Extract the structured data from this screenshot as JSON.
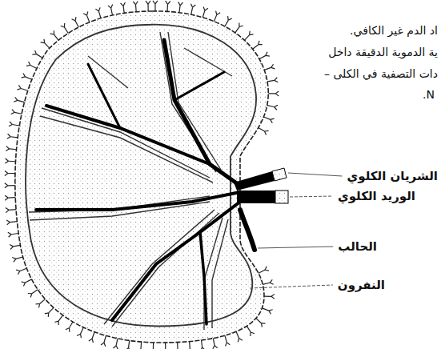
{
  "diagram": {
    "labels": [
      "اد الدم غير الكافي.",
      "ية الدموية الدقيقة داخل",
      "دات التصفية في الكلى –",
      "N.",
      "الشريان الكلوي",
      "الوريد الكلوي",
      "الحالب",
      "النفرون"
    ]
  }
}
